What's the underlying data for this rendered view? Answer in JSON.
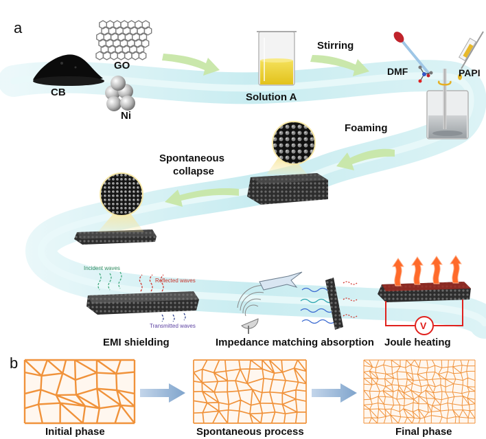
{
  "panel_a": {
    "letter": "a",
    "materials": {
      "cb": "CB",
      "go": "GO",
      "ni": "Ni"
    },
    "solution": "Solution A",
    "stirring": "Stirring",
    "dmf": "DMF",
    "papi": "PAPI",
    "foaming": "Foaming",
    "collapse_line1": "Spontaneous",
    "collapse_line2": "collapse",
    "waves": {
      "incident": "Incident waves",
      "reflected": "Reflected waves",
      "transmitted": "Transmitted waves"
    },
    "meter": "V",
    "applications": [
      "EMI shielding",
      "Impedance matching absorption",
      "Joule heating"
    ]
  },
  "panel_b": {
    "letter": "b",
    "phases": [
      "Initial phase",
      "Spontaneous process",
      "Final phase"
    ]
  },
  "colors": {
    "ribbon": "#bfe9ee",
    "arrow_green": "#c7e6a6",
    "foam_cell": "#f0923a",
    "blue_arrow": "#8fb0d4",
    "heat_arrow": "#ff6a2a"
  }
}
